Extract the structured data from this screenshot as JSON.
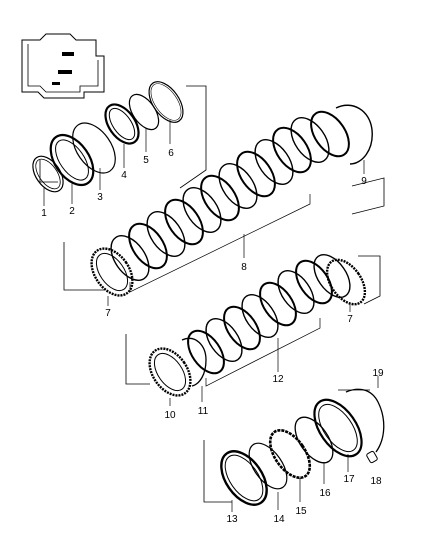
{
  "diagram": {
    "callouts": [
      "1",
      "2",
      "3",
      "4",
      "5",
      "6",
      "7",
      "8",
      "9",
      "10",
      "11",
      "12",
      "7",
      "13",
      "14",
      "15",
      "16",
      "17",
      "18",
      "19"
    ]
  }
}
